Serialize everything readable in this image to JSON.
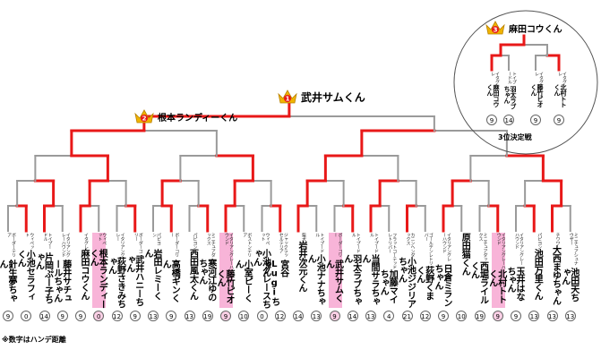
{
  "winners": {
    "first": {
      "rank": "1",
      "name": "武井サムくん"
    },
    "second": {
      "rank": "2",
      "name": "根本ランディーくん"
    },
    "third": {
      "rank": "3",
      "name": "麻田コウくん"
    }
  },
  "third_place": {
    "title": "3位決定戦",
    "entrants": [
      {
        "breed": "イタグレ",
        "name": "麻田コウくん",
        "hcap": "9"
      },
      {
        "breed": "トイプードル",
        "name": "羽太ラブちゃん",
        "hcap": "14"
      },
      {
        "breed": "イタグレ",
        "name": "藤竹ピオくん",
        "hcap": "9"
      },
      {
        "breed": "イタグレ",
        "name": "北村トトくん",
        "hcap": "9"
      }
    ]
  },
  "entrants": [
    {
      "breed": "ボーダーテリア",
      "name": "針生夢ちゃん",
      "hcap": "9",
      "hl": false
    },
    {
      "breed": "ウィペット",
      "name": "小池セラフィくん",
      "hcap": "0",
      "hl": false
    },
    {
      "breed": "トイプードル",
      "name": "片岡ぷー子ちゃん",
      "hcap": "14",
      "hl": false
    },
    {
      "breed": "イタリアングレーハウンド",
      "name": "藤井サチュールちゃん",
      "hcap": "9",
      "hl": false
    },
    {
      "breed": "イタグレ",
      "name": "麻田コウくん",
      "hcap": "9",
      "hl": false
    },
    {
      "breed": "ウィペット",
      "name": "根本ランディーくん",
      "hcap": "0",
      "hl": true
    },
    {
      "breed": "イタリアングレー",
      "name": "荻野さきみちゃん",
      "hcap": "12",
      "hl": false
    },
    {
      "breed": "ボーダーコリー",
      "name": "武井ハニーちゃん",
      "hcap": "9",
      "hl": false
    },
    {
      "breed": "パピヨン",
      "name": "岩田レミーくん",
      "hcap": "13",
      "hl": false
    },
    {
      "breed": "ボーダーコリー",
      "name": "高橋ギンくん",
      "hcap": "9",
      "hl": false
    },
    {
      "breed": "パピヨン",
      "name": "西田風太くん",
      "hcap": "13",
      "hl": false
    },
    {
      "breed": "ミニチュアダックス",
      "name": "寒河江ゆのちゃん",
      "hcap": "19",
      "hl": false
    },
    {
      "breed": "イタリアングレーハウンド",
      "name": "藤竹ピオくん",
      "hcap": "9",
      "hl": true
    },
    {
      "breed": "ボストンテリア",
      "name": "小室ピーくん",
      "hcap": "10",
      "hl": false
    },
    {
      "breed": "ウィペット",
      "name": "小池グレースちゃん",
      "hcap": "0",
      "hl": false
    },
    {
      "breed": "ジャックラッセルテリア",
      "name": "宮谷Lugiちゃん",
      "hcap": "12",
      "hl": false
    },
    {
      "breed": "柴犬",
      "name": "岩井次元くん",
      "hcap": "14",
      "hl": false
    },
    {
      "breed": "トイプードル",
      "name": "小池ナナちゃん",
      "hcap": "13",
      "hl": false
    },
    {
      "breed": "ボーダーコリー",
      "name": "武井サムくん",
      "hcap": "9",
      "hl": true
    },
    {
      "breed": "トイプードル",
      "name": "羽太ラブちゃん",
      "hcap": "14",
      "hl": false
    },
    {
      "breed": "トイプードル",
      "name": "当間サラちゃん",
      "hcap": "13",
      "hl": false
    },
    {
      "breed": "フラットコーテッドレトリバー",
      "name": "加藤マイちゃん",
      "hcap": "4",
      "hl": false
    },
    {
      "breed": "カニンヘンダックス",
      "name": "小池ジジリアちゃん",
      "hcap": "21",
      "hl": false
    },
    {
      "breed": "ゴールデンレトリバー",
      "name": "荻野くまくん",
      "hcap": "12",
      "hl": false
    },
    {
      "breed": "イタリアングレーハウンド",
      "name": "日倉ミランちゃん",
      "hcap": "9",
      "hl": false
    },
    {
      "breed": "",
      "name": "原田猫くん",
      "hcap": "10",
      "hl": false
    },
    {
      "breed": "ミニチュアダックス",
      "name": "西堀ライルくん",
      "hcap": "19",
      "hl": false
    },
    {
      "breed": "イタリアングレーハウンド",
      "name": "北村トトくん",
      "hcap": "9",
      "hl": true
    },
    {
      "breed": "イタリアングレーハウンド",
      "name": "玉井はなちゃん",
      "hcap": "9",
      "hl": false
    },
    {
      "breed": "パピヨン",
      "name": "池田万里くん",
      "hcap": "13",
      "hl": false
    },
    {
      "breed": "チワワ",
      "name": "大西まゆちゃん",
      "hcap": "13",
      "hl": false
    },
    {
      "breed": "ミニチュアシュナウザー",
      "name": "池田天ちゃん",
      "hcap": "13",
      "hl": false
    }
  ],
  "note": "※数字はハンデ距離",
  "colors": {
    "win": "#e81818",
    "line": "#9a9a9a",
    "pink": "#f8b4d8",
    "crown": "#f0b400"
  }
}
